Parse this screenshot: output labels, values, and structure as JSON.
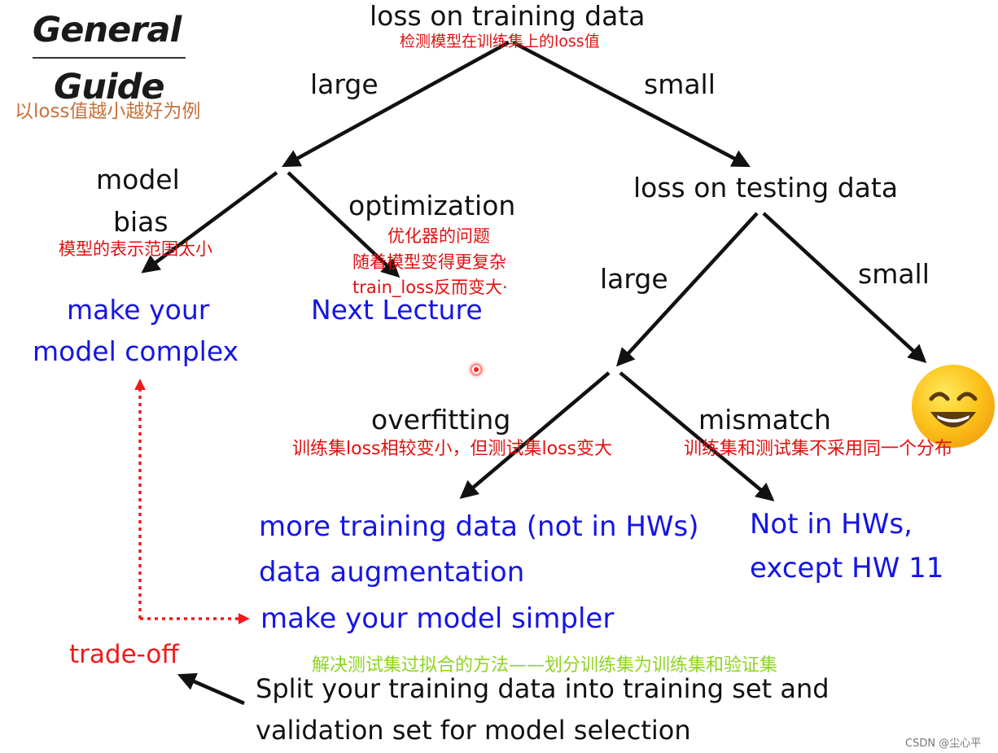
{
  "title": {
    "line1": "General",
    "line2": "Guide"
  },
  "note_loss_smaller_better": "以loss值越小越好为例",
  "root": {
    "label": "loss on training data",
    "annotation": "检测模型在训练集上的loss值"
  },
  "branch_labels": {
    "train_large": "large",
    "train_small": "small",
    "test_large": "large",
    "test_small": "small"
  },
  "model_bias": {
    "line1": "model",
    "line2": "bias",
    "annotation": "模型的表示范围太小",
    "remedy_line1": "make your",
    "remedy_line2": "model complex"
  },
  "optimization": {
    "label": "optimization",
    "annotation_lines": [
      "优化器的问题",
      "随着模型变得更复杂",
      "train_loss反而变大·"
    ],
    "remedy": "Next Lecture"
  },
  "test_node": {
    "label": "loss on testing data"
  },
  "overfitting": {
    "label": "overfitting",
    "annotation": "训练集loss相较变小，但测试集loss变大",
    "remedies": [
      "more training data (not in HWs)",
      "data augmentation",
      "make your model simpler"
    ]
  },
  "mismatch": {
    "label": "mismatch",
    "annotation": "训练集和测试集不采用同一个分布",
    "remedy_line1": "Not in HWs,",
    "remedy_line2": "except HW 11"
  },
  "success": {
    "icon": "smiley-face-icon"
  },
  "tradeoff": {
    "label": "trade-off"
  },
  "split_note": "解决测试集过拟合的方法——划分训练集为训练集和验证集",
  "split": {
    "line1": "Split your training data into training set and",
    "line2": "validation set for model selection"
  },
  "watermark": "CSDN @尘心平",
  "colors": {
    "text": "#111111",
    "remedy_blue": "#1515e6",
    "annotation_red": "#e01010",
    "tradeoff_red": "#f01a1a",
    "note_orange": "#c7703a",
    "note_green": "#8ed420"
  }
}
